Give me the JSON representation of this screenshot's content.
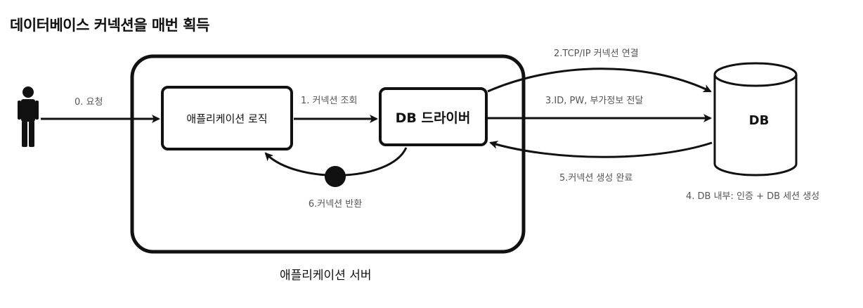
{
  "title": "데이터베이스 커넥션을 매번 획득",
  "nodes": {
    "app_logic": "애플리케이션 로직",
    "db_driver": "DB 드라이버",
    "db": "DB"
  },
  "edges": {
    "request": "0. 요청",
    "lookup": "1. 커넥션 조회",
    "tcp": "2.TCP/IP 커넥션 연결",
    "auth_info": "3.ID, PW, 부가정보 전달",
    "db_internal": "4. DB 내부: 인증 + DB 세션 생성",
    "complete": "5.커넥션 생성 완료",
    "return": "6.커넥션 반환"
  },
  "server_caption": "애플리케이션 서버",
  "colors": {
    "stroke": "#111111",
    "label": "#555555"
  }
}
